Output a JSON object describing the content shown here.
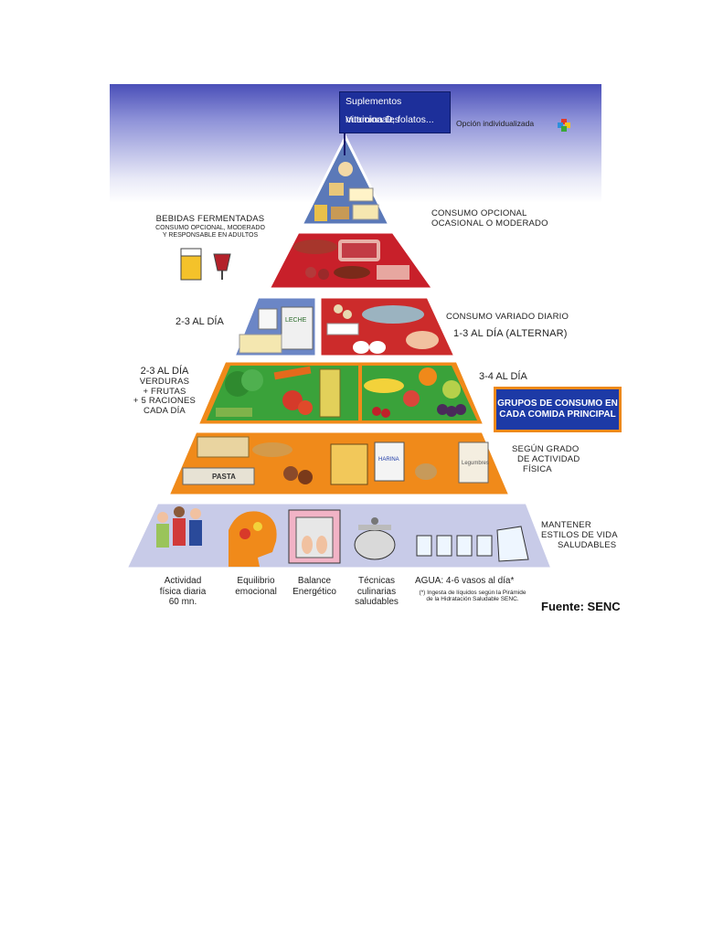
{
  "pyramid": {
    "flag": {
      "line1": "Suplementos nutricionales",
      "line2": "Vitamina D, folatos..."
    },
    "individual_option": "Opción individualizada",
    "individual_swatch_colors": [
      "#e23a2a",
      "#f4c21c",
      "#2d8fdc",
      "#3aa83a"
    ],
    "fermented": {
      "title": "BEBIDAS FERMENTADAS",
      "sub1": "CONSUMO OPCIONAL, MODERADO",
      "sub2": "Y RESPONSABLE EN ADULTOS"
    },
    "optional": {
      "line1": "CONSUMO OPCIONAL",
      "line2": "OCASIONAL O MODERADO"
    },
    "dairy_left": "2-3  AL DÍA",
    "milk_label": "LECHE",
    "varied": {
      "line1": "CONSUMO VARIADO DIARIO",
      "line2": "1-3  AL DÍA (ALTERNAR)"
    },
    "veg_left": {
      "line1": "2-3  AL DÍA",
      "line2": "VERDURAS",
      "line3": "+ FRUTAS",
      "line4": "+ 5 RACIONES",
      "line5": "CADA DÍA"
    },
    "fruit_right": "3-4  AL DÍA",
    "main_groups": "GRUPOS DE CONSUMO EN CADA COMIDA PRINCIPAL",
    "cereals": {
      "line1": "SEGÚN GRADO",
      "line2": "DE ACTIVIDAD",
      "line3": "FÍSICA"
    },
    "pasta_label": "PASTA",
    "flour_label": "HARINA",
    "legumes_label": "Legumbres",
    "lifestyle": {
      "line1": "MANTENER",
      "line2": "ESTILOS DE VIDA",
      "line3": "SALUDABLES"
    },
    "base_items": [
      {
        "line1": "Actividad",
        "line2": "física diaria",
        "line3": "60 mn."
      },
      {
        "line1": "Equilibrio",
        "line2": "emocional",
        "line3": ""
      },
      {
        "line1": "Balance",
        "line2": "Energético",
        "line3": ""
      },
      {
        "line1": "Técnicas",
        "line2": "culinarias",
        "line3": "saludables"
      }
    ],
    "water": "AGUA: 4-6 vasos al día*",
    "water_note1": "(*) Ingesta de líquidos según la Pirámide",
    "water_note2": "de la Hidratación Saludable SENC.",
    "source": "Fuente: SENC"
  },
  "colors": {
    "tier_top": "#5b79b8",
    "tier_meat": "#c8202a",
    "tier_dairy": "#6b86c6",
    "tier_protein": "#cc2b2b",
    "tier_veg": "#f08a1a",
    "tier_veg_inner": "#3aa23a",
    "tier_cereal": "#f08a1a",
    "tier_base": "#c8cbe8",
    "box_blue": "#1d3aa6"
  }
}
